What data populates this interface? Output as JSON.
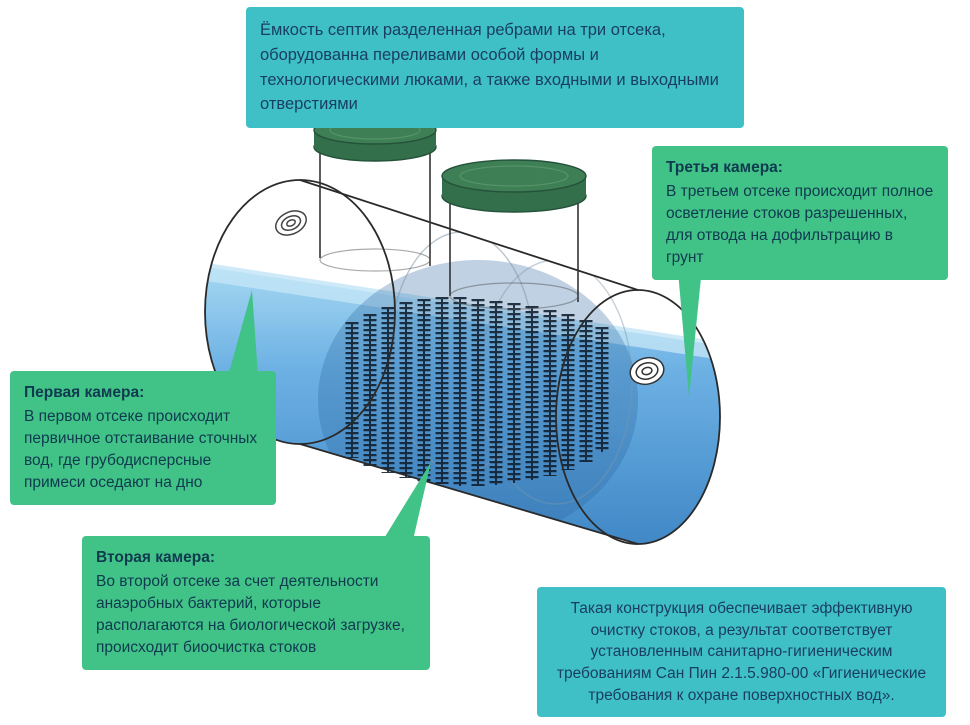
{
  "page": {
    "background": "#ffffff",
    "subject": "Septic tank with three chambers — annotated diagram"
  },
  "colors": {
    "teal_box": "#3ec0c6",
    "green_box": "#41c287",
    "teal_text": "#1a3e63",
    "green_text": "#0f3a4f",
    "water_light": "#a6d8f2",
    "water_mid": "#6db1e4",
    "water_deep": "#3c84c4",
    "lid_green": "#3f7f56"
  },
  "callouts": {
    "tank": {
      "text": "Ёмкость септик разделенная ребрами на три отсека, оборудованна переливами особой формы и технологическими люками, а также входными и выходными отверстиями"
    },
    "first": {
      "title": "Первая камера:",
      "body": "В первом отсеке происходит первичное отстаивание сточных вод, где грубодисперсные примеси оседают на дно"
    },
    "second": {
      "title": "Вторая камера:",
      "body": "Во второй отсеке за счет деятельности анаэробных бактерий, которые располагаются на биологической загрузке, происходит биоочистка стоков"
    },
    "third": {
      "title": "Третья камера:",
      "body": "В третьем отсеке происходит полное осветление стоков разрешенных, для отвода на дофильтрацию в грунт"
    },
    "conclusion": {
      "text": "Такая конструкция обеспечивает эффективную очистку стоков, а результат соответствует установленным санитарно-гигиеническим требованиям Сан Пин 2.1.5.980-00 «Гигиенические требования к охране поверхностных вод»."
    }
  }
}
